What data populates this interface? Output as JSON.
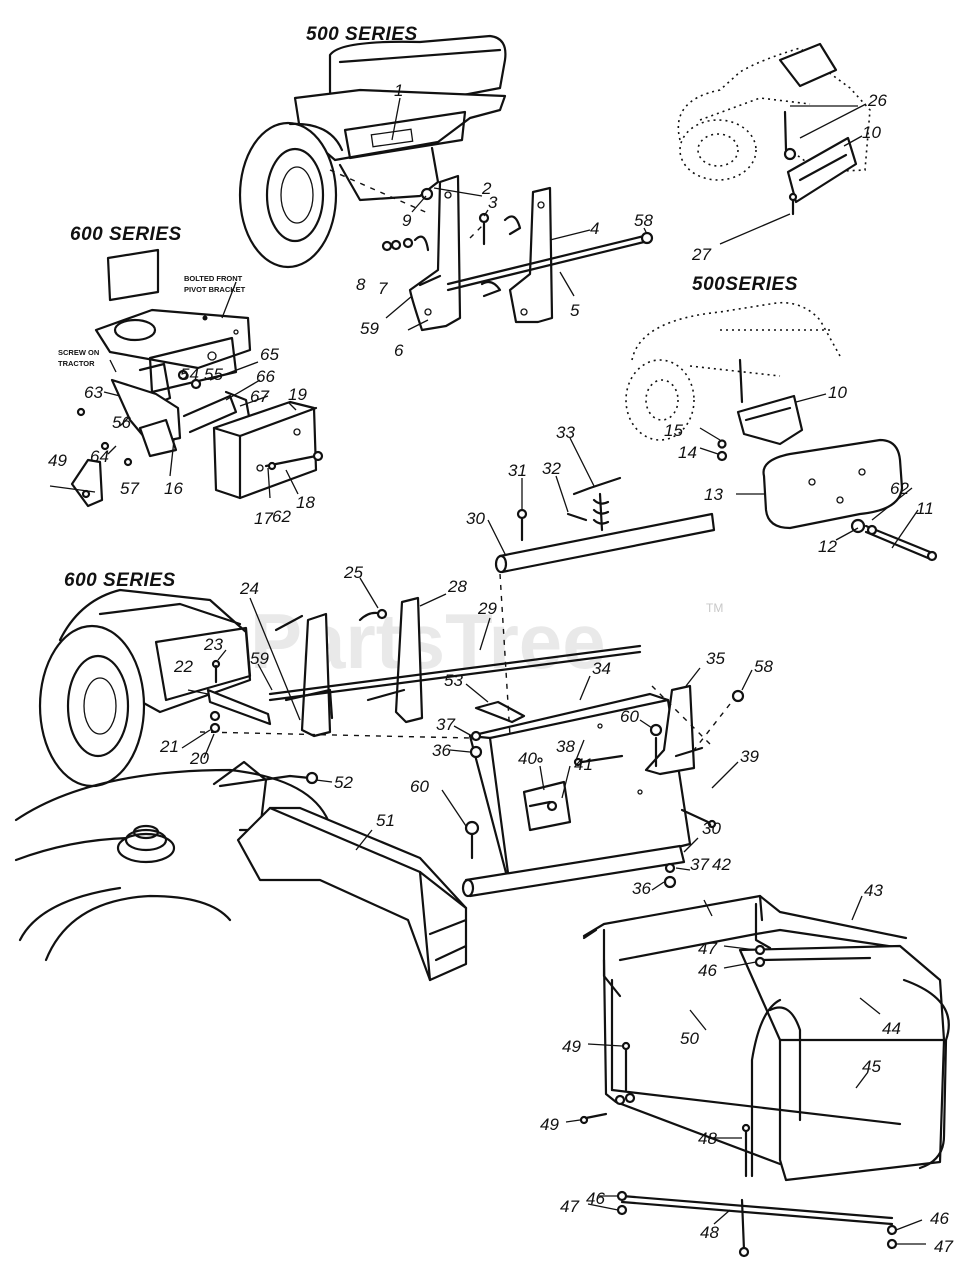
{
  "series_labels": {
    "s500_top": "500 SERIES",
    "s600_left": "600 SERIES",
    "s500_right": "500SERIES",
    "s600_mid": "600 SERIES"
  },
  "notes": {
    "bolted_1": "BOLTED FRONT",
    "bolted_2": "PIVOT BRACKET",
    "screw_1": "SCREW ON",
    "screw_2": "TRACTOR"
  },
  "watermark": {
    "text": "PartsTree",
    "tm": "TM"
  },
  "callouts": {
    "c1": "1",
    "c2": "2",
    "c3": "3",
    "c4": "4",
    "c58a": "58",
    "c9": "9",
    "c8": "8",
    "c7": "7",
    "c5": "5",
    "c59a": "59",
    "c6": "6",
    "c26": "26",
    "c10a": "10",
    "c27": "27",
    "c65": "65",
    "c54": "54",
    "c55": "55",
    "c66": "66",
    "c67": "67",
    "c63": "63",
    "c19": "19",
    "c56": "56",
    "c49a": "49",
    "c64": "64",
    "c57": "57",
    "c16": "16",
    "c17": "17",
    "c62a": "62",
    "c18": "18",
    "c10b": "10",
    "c15": "15",
    "c14": "14",
    "c13": "13",
    "c62b": "62",
    "c11": "11",
    "c12": "12",
    "c33": "33",
    "c31": "31",
    "c32": "32",
    "c30a": "30",
    "c24": "24",
    "c25": "25",
    "c28": "28",
    "c29": "29",
    "c23": "23",
    "c59b": "59",
    "c22": "22",
    "c21": "21",
    "c20": "20",
    "c53": "53",
    "c34": "34",
    "c35": "35",
    "c58b": "58",
    "c37a": "37",
    "c36a": "36",
    "c38": "38",
    "c60a": "60",
    "c39": "39",
    "c40": "40",
    "c41": "41",
    "c60b": "60",
    "c52": "52",
    "c51": "51",
    "c30b": "30",
    "c37b": "37",
    "c36b": "36",
    "c42": "42",
    "c43": "43",
    "c47a": "47",
    "c46a": "46",
    "c44": "44",
    "c50": "50",
    "c49b": "49",
    "c45": "45",
    "c49c": "49",
    "c48a": "48",
    "c46b": "46",
    "c47b": "47",
    "c48b": "48",
    "c46c": "46",
    "c47c": "47"
  }
}
